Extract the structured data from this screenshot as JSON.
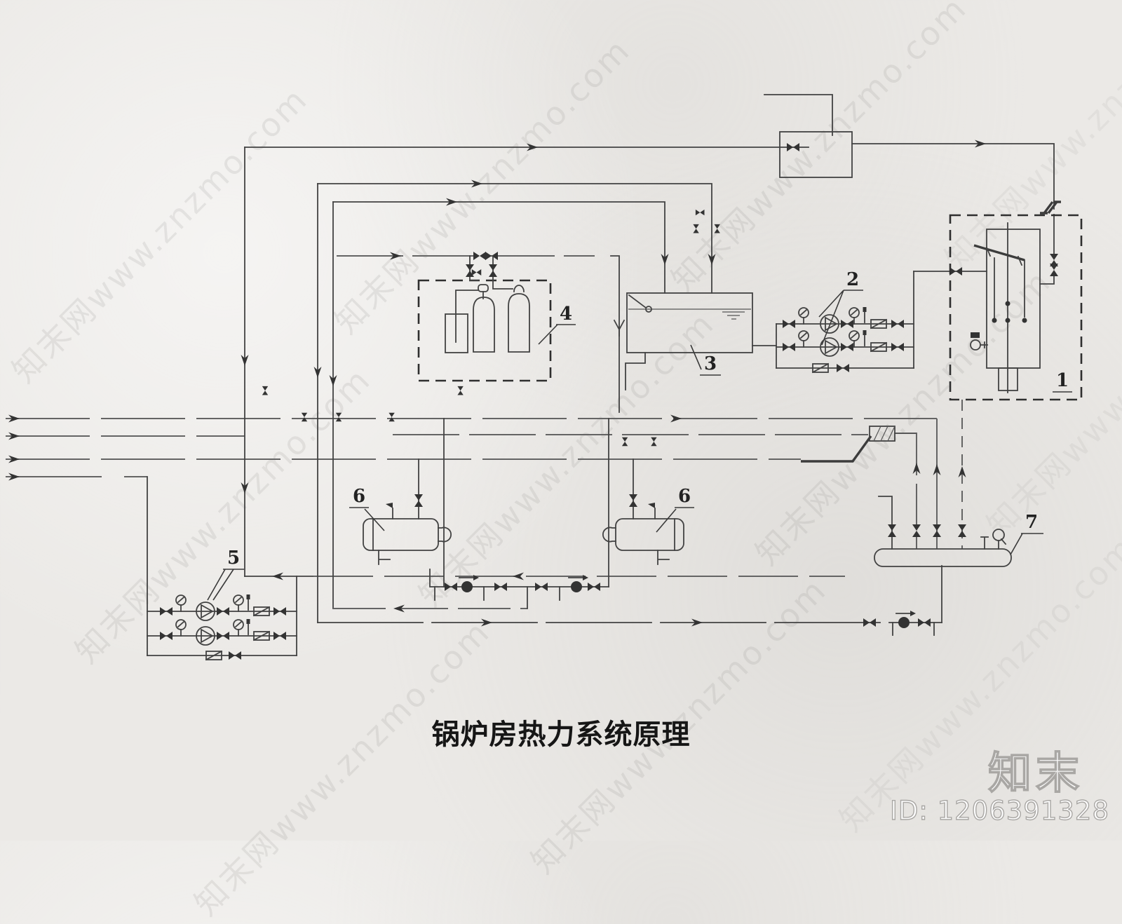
{
  "title": "锅炉房热力系统原理",
  "footer": {
    "brand": "知末",
    "id_label": "ID: 1206391328"
  },
  "watermark": {
    "text": "知末网www.znzmo.com"
  },
  "equipment_labels": {
    "boiler": "1",
    "feed_pumps": "2",
    "water_tank": "3",
    "water_treatment": "4",
    "circulating_pumps": "5",
    "heat_exchanger_left": "6",
    "heat_exchanger_right": "6",
    "distribution_header": "7"
  },
  "colors": {
    "background": "#ebe9e6",
    "line_dark": "#3f3f3f",
    "line_light": "#666666",
    "title_text": "#141414",
    "watermark_gray": "#8f8d8a",
    "footer_outline": "#a9a7a4"
  }
}
